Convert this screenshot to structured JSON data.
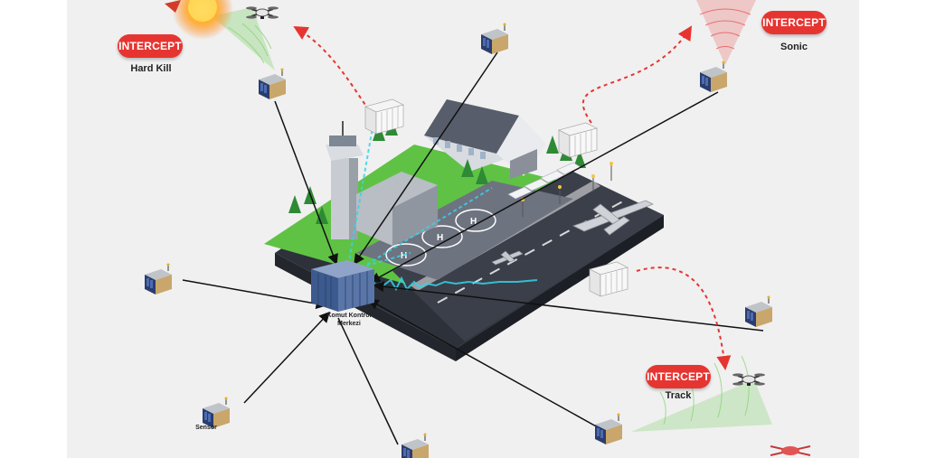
{
  "intercepts": {
    "hard_kill": {
      "badge": "INTERCEPT",
      "caption": "Hard Kill"
    },
    "sonic": {
      "badge": "INTERCEPT",
      "caption": "Sonic"
    },
    "track": {
      "badge": "INTERCEPT",
      "caption": "Track"
    }
  },
  "labels": {
    "command_center": "Komut Kontrol Merkezi",
    "sensor": "Sensör"
  },
  "colors": {
    "intercept_red": "#e63531",
    "link_line": "#111111",
    "signal_cyan": "#35d4e8",
    "beam_green": "#7fd16a",
    "beam_red": "#e84a4a",
    "grass": "#5fc245",
    "runway": "#3b3f4a"
  },
  "icons": {
    "sensor_unit": "sensor-box-icon",
    "drone": "drone-icon",
    "command_center": "command-center-icon",
    "explosion": "explosion-icon",
    "container": "container-icon"
  }
}
